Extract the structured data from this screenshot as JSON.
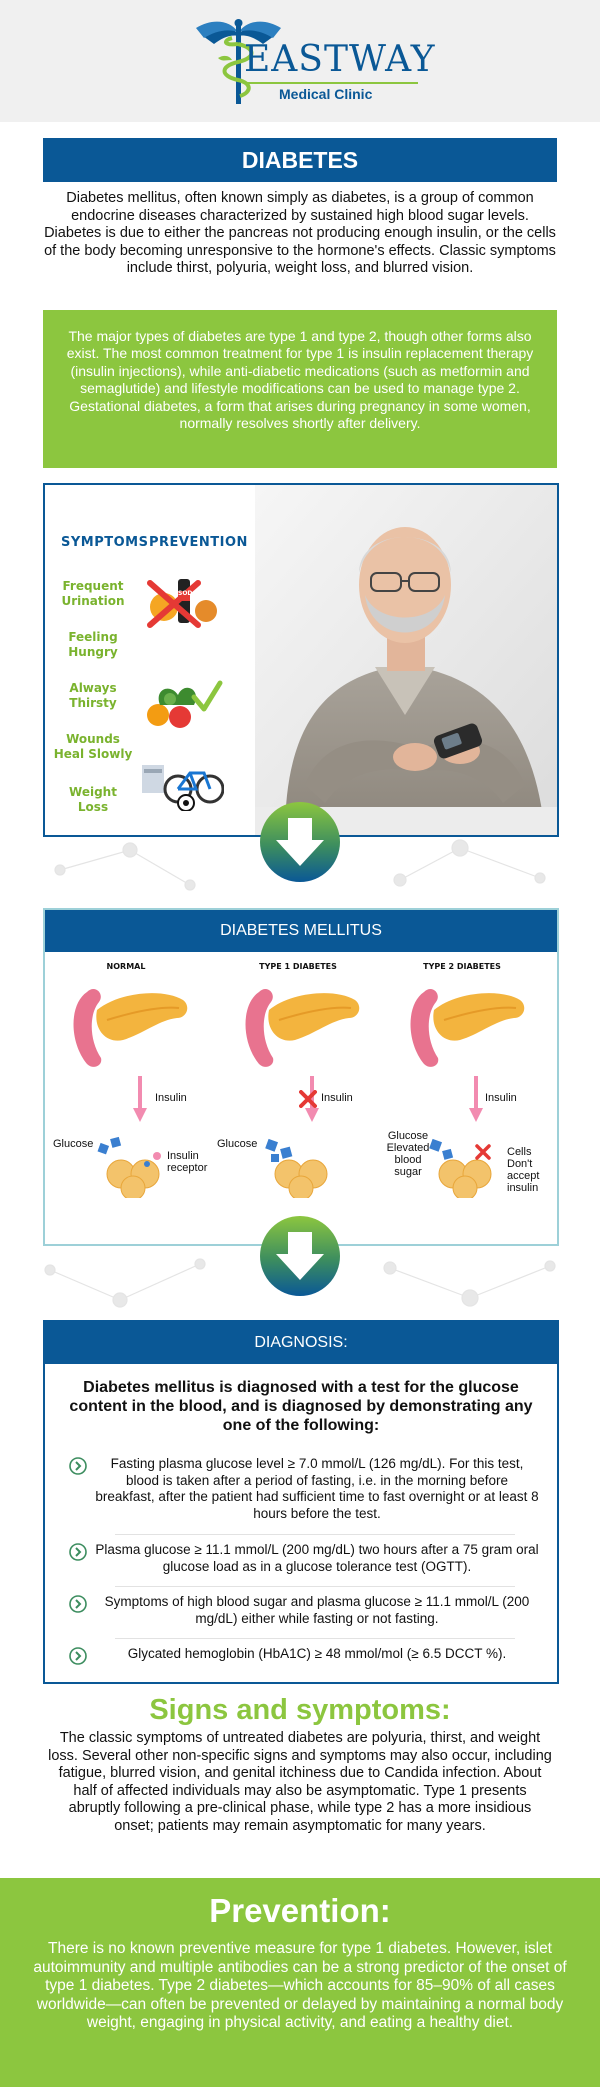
{
  "header": {
    "brand_name": "EASTWAY",
    "brand_sub": "Medical Clinic",
    "logo_icon": "caduceus-icon"
  },
  "diabetes": {
    "title": "DIABETES",
    "intro": "Diabetes mellitus, often known simply as diabetes, is a group of common endocrine diseases characterized by sustained high blood sugar levels. Diabetes is due to either the pancreas not producing enough insulin, or the cells of the body becoming unresponsive to the hormone's effects. Classic symptoms include thirst, polyuria, weight loss, and blurred vision.",
    "types": "The major types of diabetes are type 1 and type 2, though other forms also exist. The most common treatment for type 1 is insulin replacement therapy (insulin injections), while anti-diabetic medications (such as metformin and semaglutide) and lifestyle modifications can be used to manage type 2. Gestational diabetes, a form that arises during pregnancy in some women, normally resolves shortly after delivery."
  },
  "panel": {
    "symptoms_head": "SYMPTOMS",
    "prevention_head": "PREVENTION",
    "symptoms": [
      "Frequent Urination",
      "Feeling Hungry",
      "Always Thirsty",
      "Wounds Heal Slowly",
      "Weight Loss"
    ],
    "soda_label": "SODA"
  },
  "mellitus": {
    "title": "DIABETES MELLITUS",
    "columns": [
      "NORMAL",
      "TYPE 1 DIABETES",
      "TYPE 2 DIABETES"
    ],
    "insulin": "Insulin",
    "glucose": "Glucose",
    "insulin_receptor": "Insulin receptor",
    "glucose_elevated": "Glucose Elevated blood sugar",
    "cells_dont": "Cells Don't accept insulin"
  },
  "diagnosis": {
    "title": "DIAGNOSIS:",
    "lead": "Diabetes mellitus is diagnosed with a test for the glucose content in the blood, and is diagnosed by demonstrating any one of the following:",
    "items": [
      "Fasting plasma glucose level ≥ 7.0 mmol/L (126 mg/dL). For this test, blood is taken after a period of fasting, i.e. in the morning before breakfast, after the patient had sufficient time to fast overnight or at least 8 hours before the test.",
      "Plasma glucose ≥ 11.1 mmol/L (200 mg/dL) two hours after a 75 gram oral glucose load as in a glucose tolerance test (OGTT).",
      "Symptoms of high blood sugar and plasma glucose ≥ 11.1 mmol/L (200 mg/dL) either while fasting or not fasting.",
      "Glycated hemoglobin (HbA1C) ≥ 48 mmol/mol (≥ 6.5 DCCT %)."
    ]
  },
  "signs": {
    "title": "Signs and symptoms:",
    "text": "The classic symptoms of untreated diabetes are polyuria, thirst, and weight loss. Several other non-specific signs and symptoms may also occur, including fatigue, blurred vision, and genital itchiness due to Candida infection. About half of affected individuals may also be asymptomatic. Type 1 presents abruptly following a pre-clinical phase, while type 2 has a more insidious onset; patients may remain asymptomatic for many years."
  },
  "prevention": {
    "title": "Prevention:",
    "text": "There is no known preventive measure for type 1 diabetes. However, islet autoimmunity and multiple antibodies can be a strong predictor of the onset of type 1 diabetes. Type 2 diabetes—which accounts for 85–90% of all cases worldwide—can often be prevented or delayed by maintaining a normal body weight, engaging in physical activity, and eating a healthy diet."
  },
  "colors": {
    "brand_blue": "#0a5896",
    "accent_green": "#8cc63f",
    "pink": "#f28bb0",
    "red": "#e53935"
  }
}
